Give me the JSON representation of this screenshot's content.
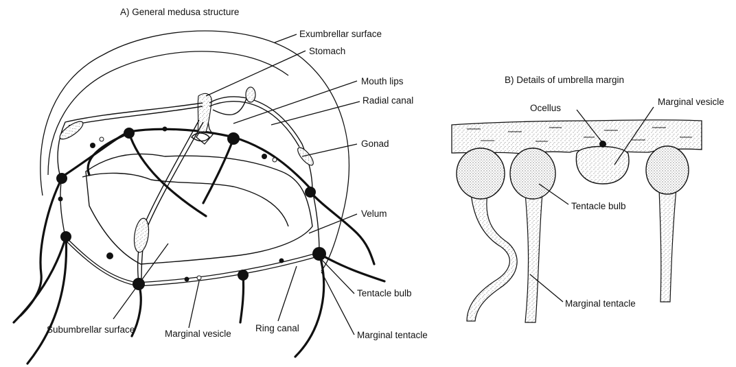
{
  "panel_a": {
    "title": "A) General medusa structure",
    "labels": {
      "exumbrellar_surface": "Exumbrellar surface",
      "stomach": "Stomach",
      "mouth_lips": "Mouth lips",
      "radial_canal": "Radial canal",
      "gonad": "Gonad",
      "velum": "Velum",
      "tentacle_bulb": "Tentacle bulb",
      "marginal_tentacle": "Marginal tentacle",
      "ring_canal": "Ring canal",
      "marginal_vesicle": "Marginal vesicle",
      "subumbrellar_surface": "Subumbrellar surface"
    }
  },
  "panel_b": {
    "title": "B) Details of umbrella margin",
    "labels": {
      "ocellus": "Ocellus",
      "marginal_vesicle": "Marginal vesicle",
      "tentacle_bulb": "Tentacle bulb",
      "marginal_tentacle": "Marginal tentacle"
    }
  },
  "colors": {
    "ink": "#111111",
    "background": "#ffffff",
    "stipple": "#555555"
  }
}
